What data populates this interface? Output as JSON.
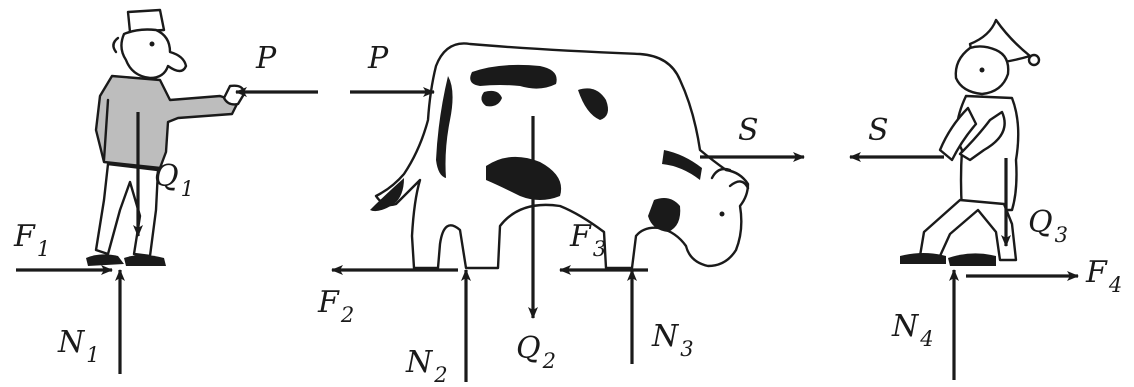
{
  "figures": {
    "left_man": "man pushing",
    "cow": "cow",
    "right_man": "man pulling"
  },
  "forces": {
    "P_left": {
      "main": "P",
      "sub": ""
    },
    "P_right": {
      "main": "P",
      "sub": ""
    },
    "S_left": {
      "main": "S",
      "sub": ""
    },
    "S_right": {
      "main": "S",
      "sub": ""
    },
    "Q1": {
      "main": "Q",
      "sub": "1"
    },
    "Q2": {
      "main": "Q",
      "sub": "2"
    },
    "Q3": {
      "main": "Q",
      "sub": "3"
    },
    "F1": {
      "main": "F",
      "sub": "1"
    },
    "F2": {
      "main": "F",
      "sub": "2"
    },
    "F3": {
      "main": "F",
      "sub": "3"
    },
    "F4": {
      "main": "F",
      "sub": "4"
    },
    "N1": {
      "main": "N",
      "sub": "1"
    },
    "N2": {
      "main": "N",
      "sub": "2"
    },
    "N3": {
      "main": "N",
      "sub": "3"
    },
    "N4": {
      "main": "N",
      "sub": "4"
    }
  }
}
